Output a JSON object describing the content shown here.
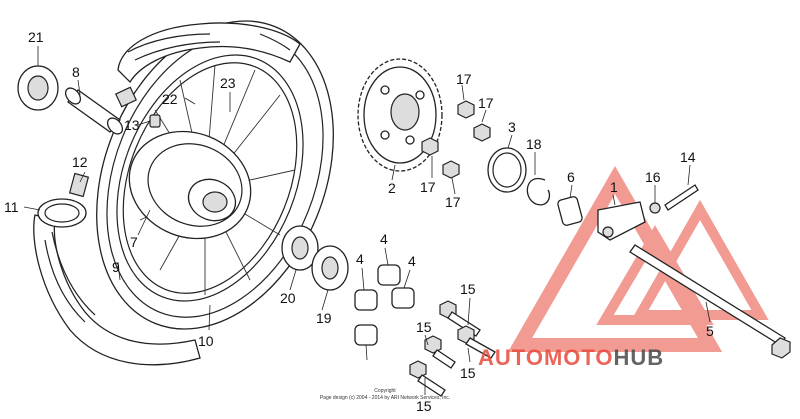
{
  "callouts": {
    "c1": "1",
    "c2": "2",
    "c3": "3",
    "c4a": "4",
    "c4b": "4",
    "c4c": "4",
    "c5": "5",
    "c6": "6",
    "c7": "7",
    "c8": "8",
    "c9": "9",
    "c10": "10",
    "c11": "11",
    "c12": "12",
    "c13": "13",
    "c14": "14",
    "c15a": "15",
    "c15b": "15",
    "c15c": "15",
    "c15d": "15",
    "c16": "16",
    "c17a": "17",
    "c17b": "17",
    "c17c": "17",
    "c17d": "17",
    "c18": "18",
    "c19": "19",
    "c20": "20",
    "c21": "21",
    "c22": "22",
    "c23": "23"
  },
  "copyright": {
    "line1": "Copyright",
    "line2": "Page design (c) 2004 - 2014 by ARI Network Services, Inc."
  },
  "watermark": {
    "part1": "AUTO",
    "part2": "MOTO",
    "part3": "HUB",
    "color_accent": "#e84a3c",
    "color_dark": "#4a4a4a"
  }
}
